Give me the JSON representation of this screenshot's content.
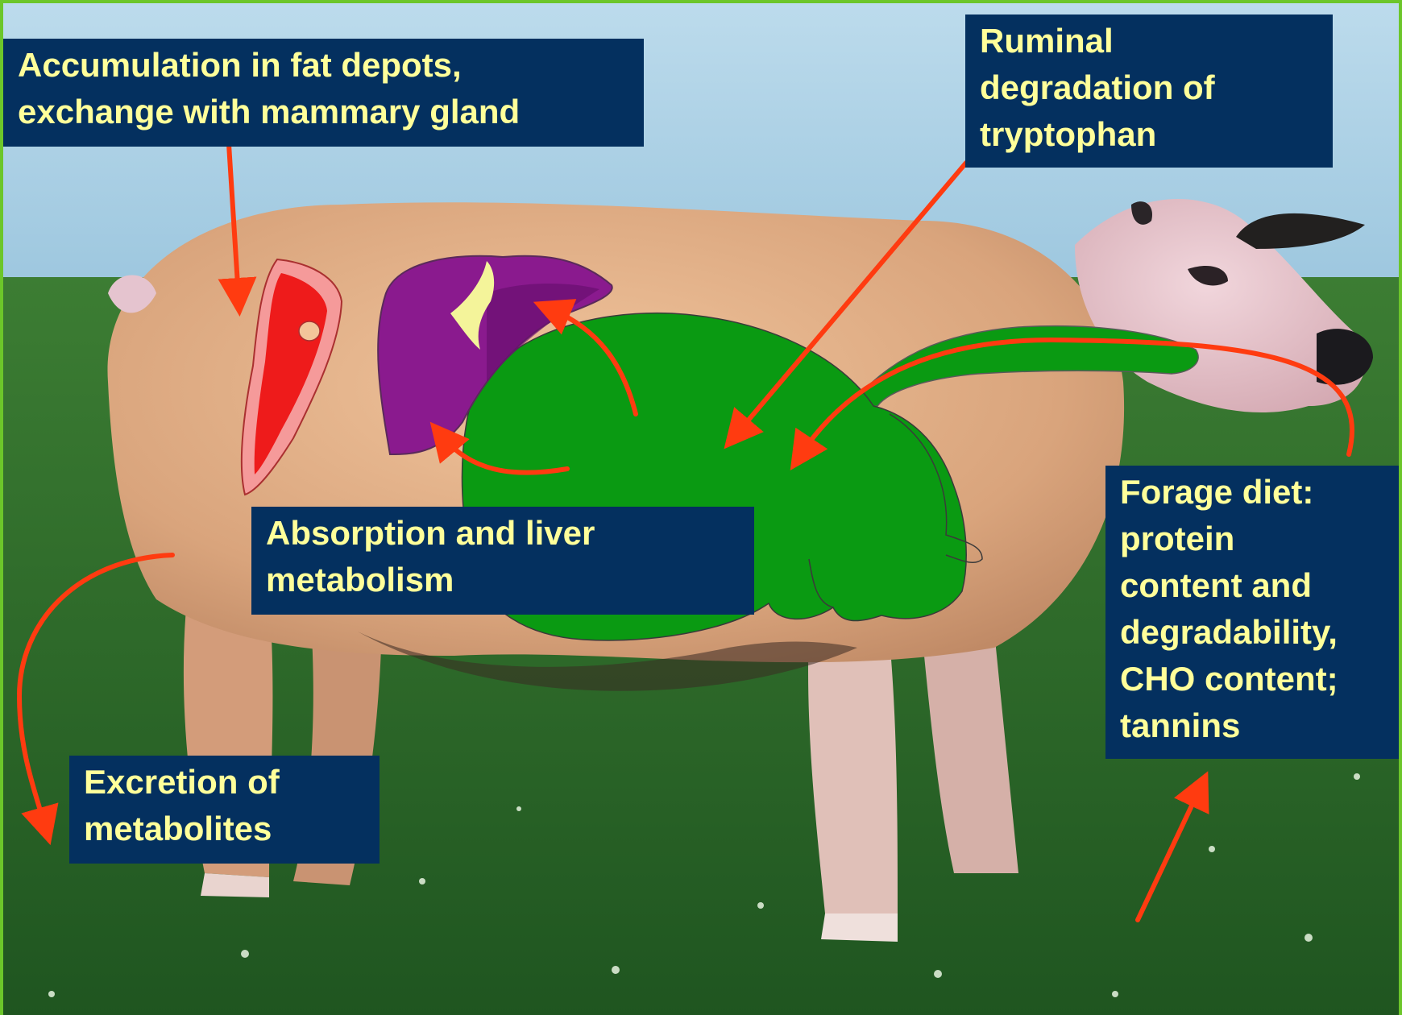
{
  "labels": {
    "fat_depots": [
      "Accumulation in fat depots,",
      "exchange with mammary gland"
    ],
    "ruminal": [
      "Ruminal",
      "degradation of",
      "tryptophan"
    ],
    "absorption": [
      "Absorption and liver",
      "metabolism"
    ],
    "forage": [
      "Forage diet:",
      "protein",
      "content and",
      "degradability,",
      "CHO content;",
      "tannins"
    ],
    "excretion": [
      "Excretion of",
      "metabolites"
    ]
  },
  "colors": {
    "label_bg": "#04305f",
    "label_text": "#ffff9a",
    "arrow": "#ff3b10",
    "rumen": "#0a9a12",
    "liver": "#8a1a8e",
    "meat": "#ee1b1b",
    "slide_border": "#6cc62a",
    "sky": "#a9cfe3",
    "grass": "#2d6f2a",
    "sheep_wool": "#dca883"
  },
  "icons": [
    "sheep-photo",
    "meat-cut-icon",
    "liver-icon",
    "rumen-stomach-icon",
    "esophagus-icon"
  ]
}
